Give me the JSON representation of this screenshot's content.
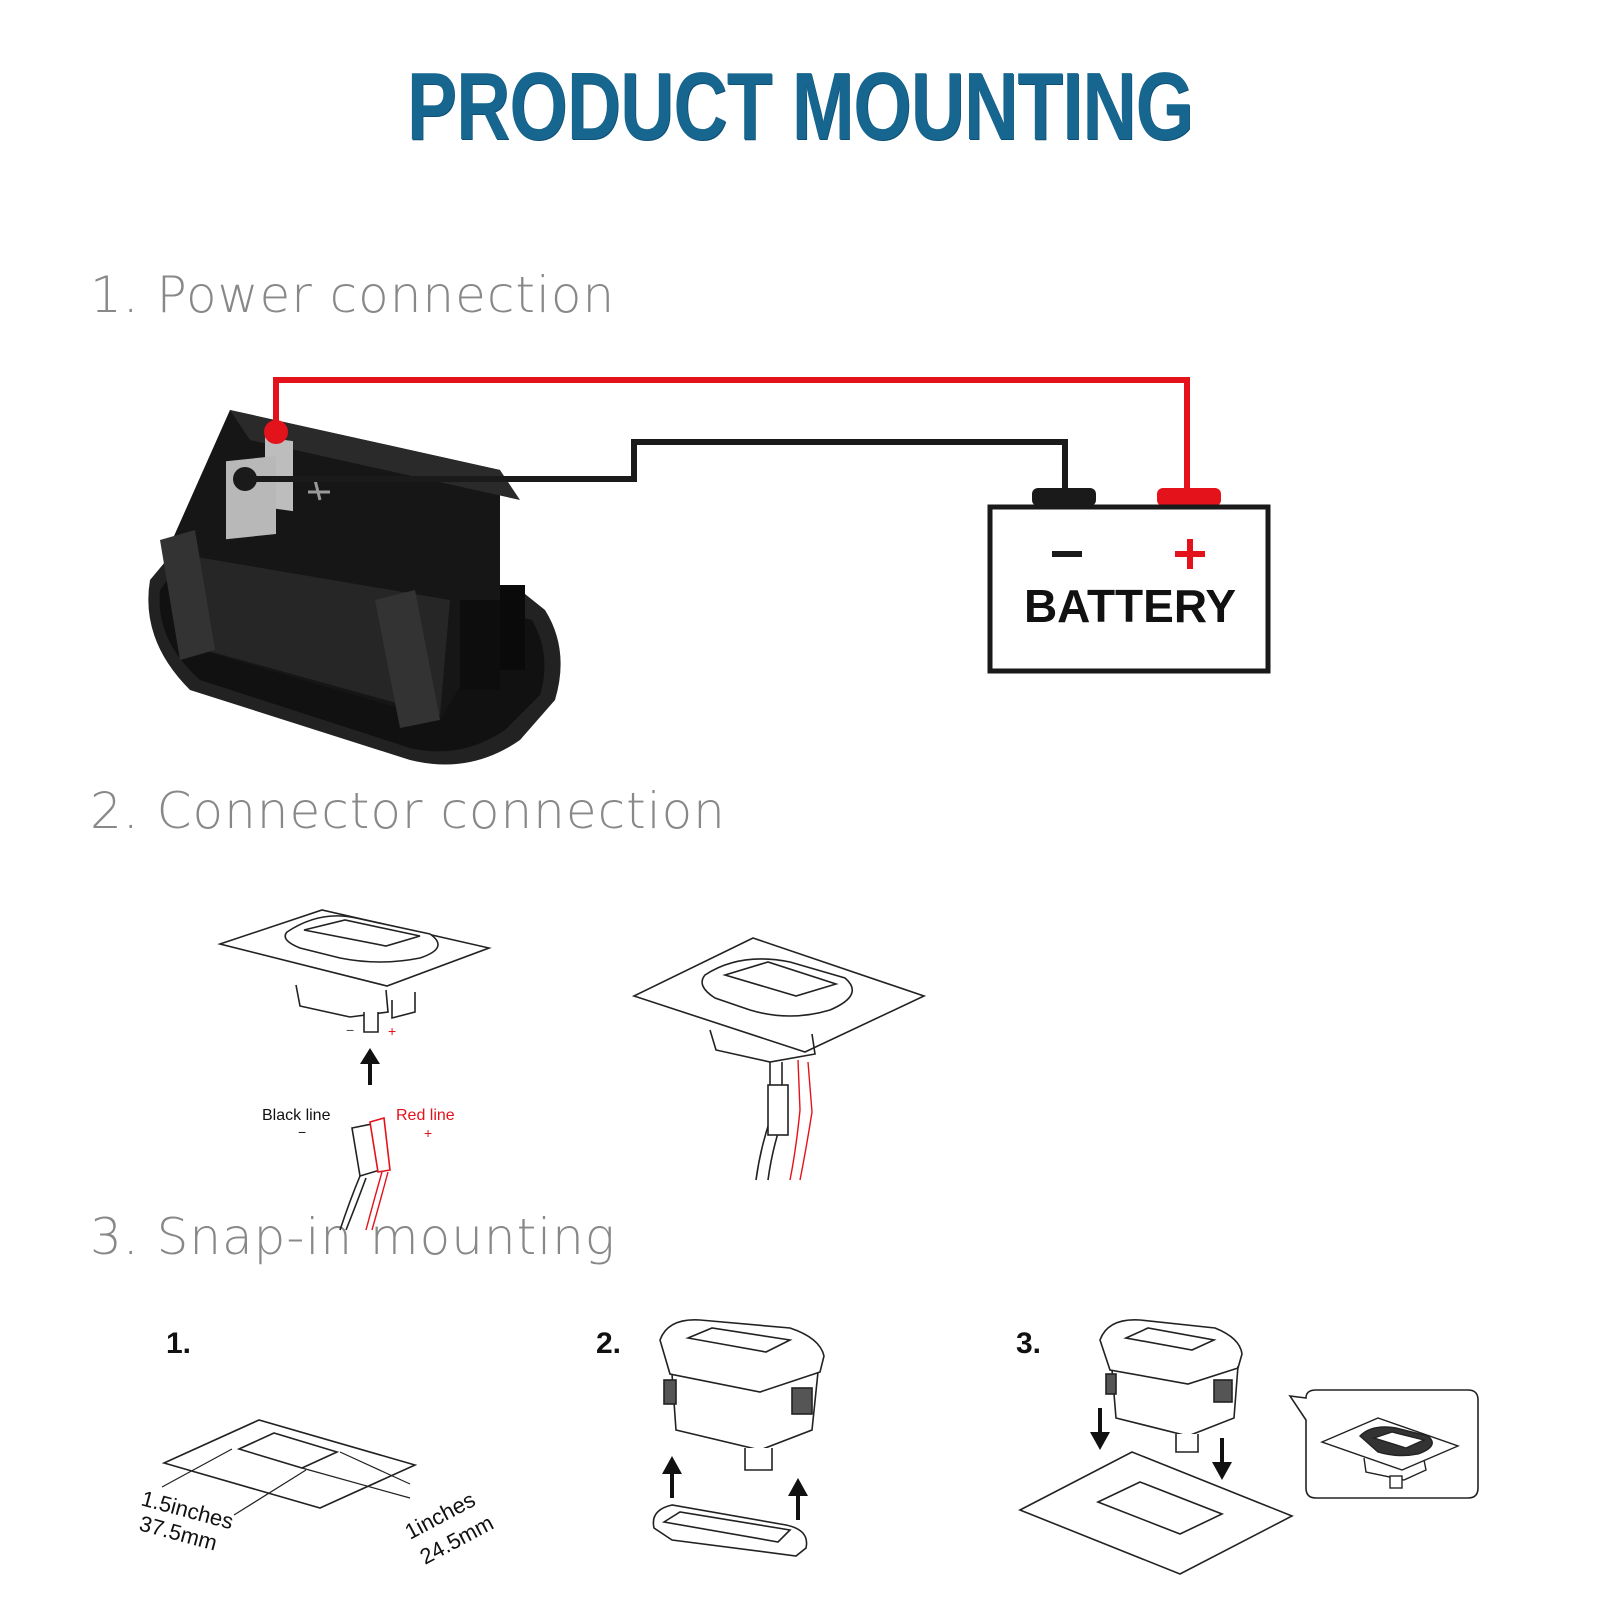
{
  "header": {
    "title": "PRODUCT MOUNTING"
  },
  "sections": [
    {
      "label": "1. Power connection"
    },
    {
      "label": "2. Connector connection"
    },
    {
      "label": "3. Snap-in mounting"
    }
  ],
  "battery": {
    "label": "BATTERY",
    "minus": "−",
    "plus": "+"
  },
  "wires": {
    "positive_color": "#e3121b",
    "negative_color": "#1a1a1a"
  },
  "connector": {
    "black_label": "Black line",
    "black_sign": "−",
    "red_label": "Red line",
    "red_sign": "+",
    "pin_minus": "−",
    "pin_plus": "+"
  },
  "snap_steps": [
    {
      "number": "1."
    },
    {
      "number": "2."
    },
    {
      "number": "3."
    }
  ],
  "dimensions": {
    "width_in": "1.5inches",
    "width_mm": "37.5mm",
    "height_in": "1inches",
    "height_mm": "24.5mm"
  }
}
